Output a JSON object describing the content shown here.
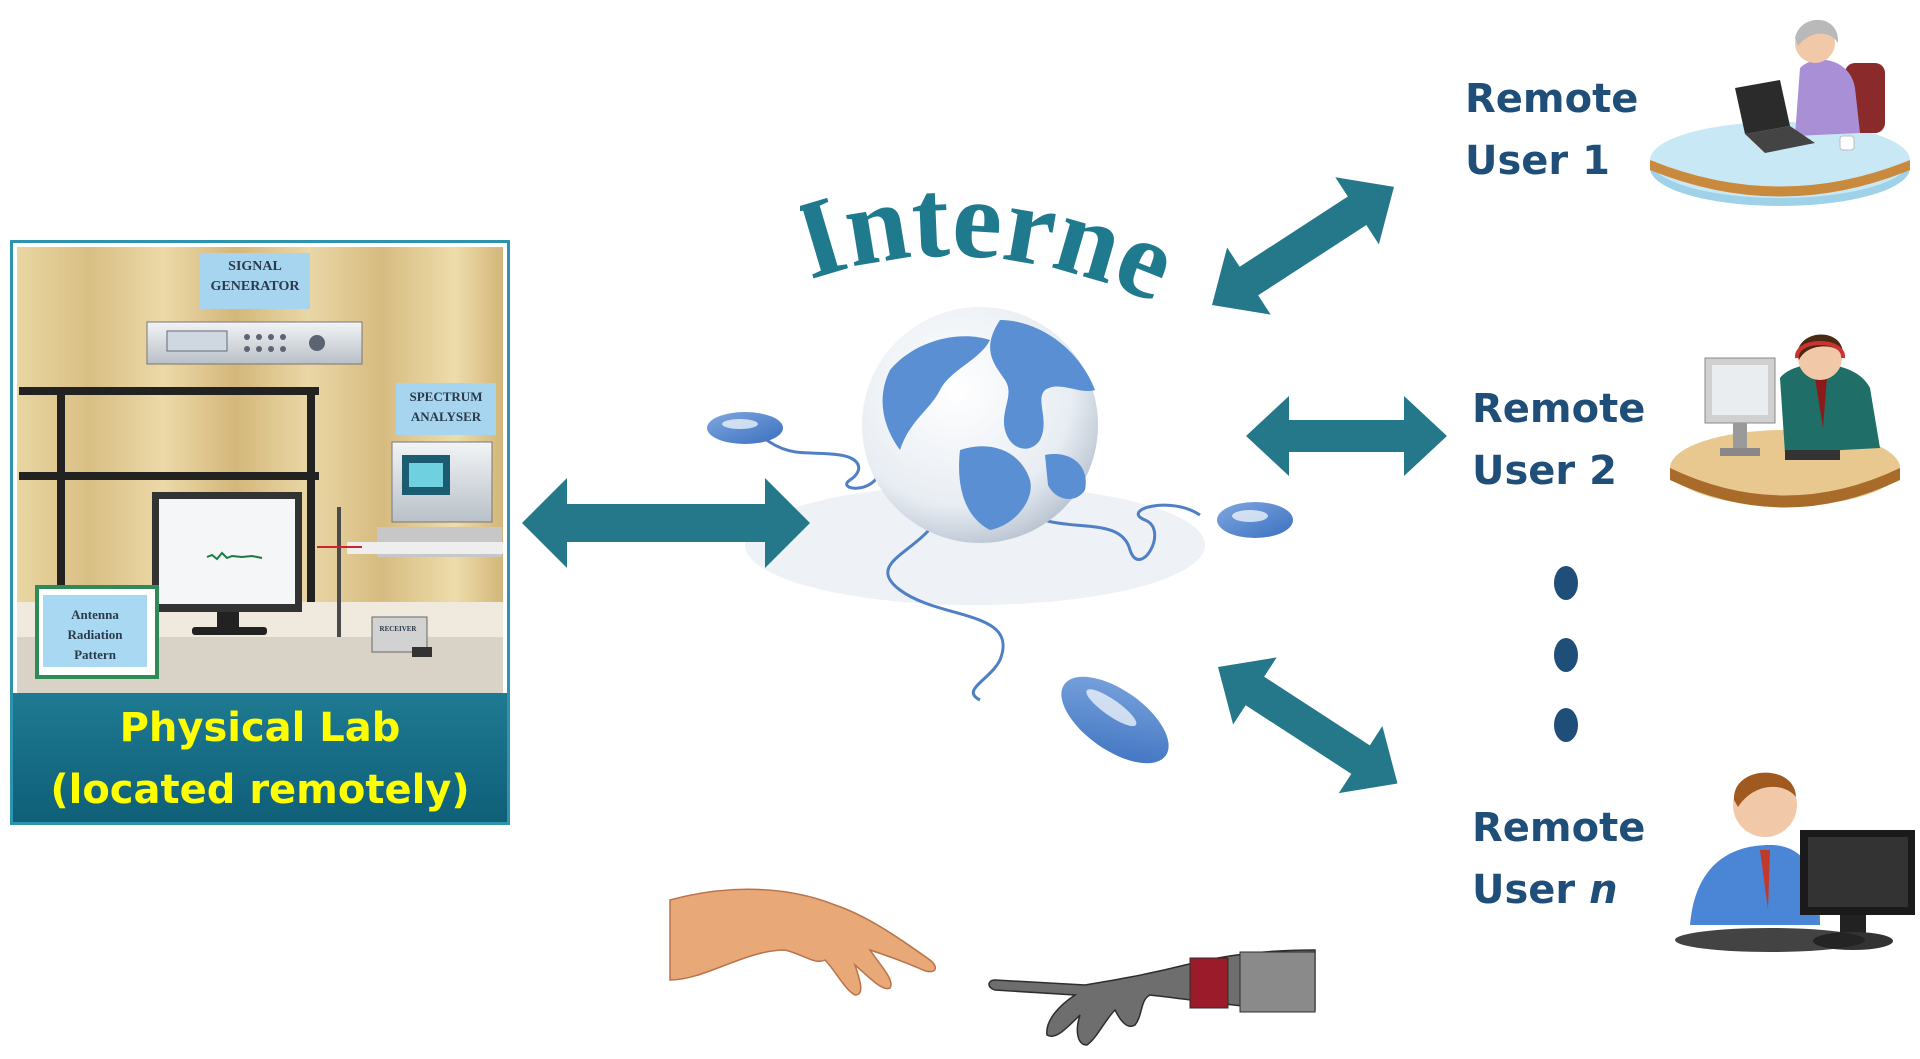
{
  "internet": {
    "label": "Internet"
  },
  "lab": {
    "caption_line1": "Physical Lab",
    "caption_line2": "(located remotely)",
    "equipment_labels": {
      "signal_generator_line1": "SIGNAL",
      "signal_generator_line2": "GENERATOR",
      "spectrum_analyser_line1": "SPECTRUM",
      "spectrum_analyser_line2": "ANALYSER",
      "antenna_line1": "Antenna",
      "antenna_line2": "Radiation Pattern",
      "receiver": "RECEIVER"
    }
  },
  "users": [
    {
      "line1": "Remote",
      "line2": "User 1"
    },
    {
      "line1": "Remote",
      "line2": "User 2"
    },
    {
      "line1": "Remote",
      "line2_prefix": "User ",
      "line2_italic": "n"
    }
  ],
  "colors": {
    "arrow": "#24788a",
    "caption_bg": "#1a6f88",
    "caption_text": "#ffff00",
    "user_text": "#1f4e79",
    "globe_blue": "#5b8fd4"
  }
}
